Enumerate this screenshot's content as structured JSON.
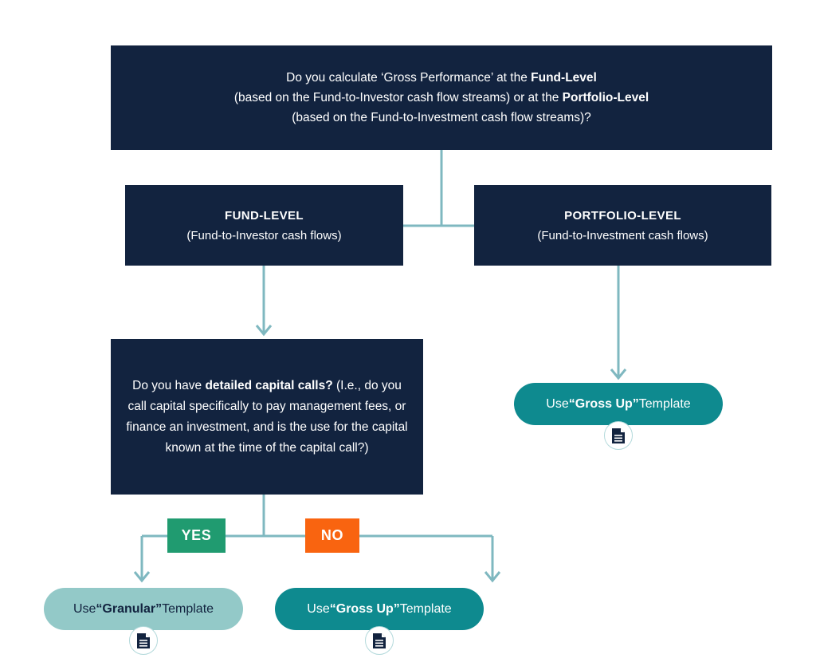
{
  "diagram": {
    "title": "Gross Performance calculation level decision flow",
    "colors": {
      "navy": "#12233F",
      "connector": "#7FB8C0",
      "yes_green": "#209B70",
      "no_orange": "#F96410",
      "pill_light_teal": "#93C9C8",
      "pill_dark_teal": "#0E8A8F",
      "background": "#FFFFFF",
      "badge_ring": "#B3D9DB"
    }
  },
  "question": {
    "line1_a": "Do you calculate ‘Gross Performance’ at the ",
    "line1_bold": "Fund-Level",
    "line2_a": "(based on the Fund-to-Investor cash flow streams) or at the ",
    "line2_bold": "Portfolio-Level",
    "line3": "(based on the Fund-to-Investment cash flow streams)?"
  },
  "branches": {
    "fund_level": {
      "title": "FUND-LEVEL",
      "subtitle": "(Fund-to-Investor cash flows)"
    },
    "portfolio_level": {
      "title": "PORTFOLIO-LEVEL",
      "subtitle": "(Fund-to-Investment cash flows)"
    }
  },
  "capital_calls": {
    "bold_a": "Do you have ",
    "bold_b": "detailed capital calls?",
    "rest": " (I.e., do you call capital specifically to pay management fees, or finance an investment, and is the use for the capital known at the time of the capital call?)"
  },
  "decisions": {
    "yes_label": "YES",
    "no_label": "NO"
  },
  "outcomes": {
    "gross_up_right": {
      "prefix": "Use ",
      "bold": "“Gross Up”",
      "suffix": " Template"
    },
    "granular": {
      "prefix": "Use ",
      "bold": "“Granular”",
      "suffix": " Template"
    },
    "gross_up_bottom": {
      "prefix": "Use ",
      "bold": "“Gross Up”",
      "suffix": " Template"
    }
  },
  "icons": {
    "document": "document-icon"
  }
}
